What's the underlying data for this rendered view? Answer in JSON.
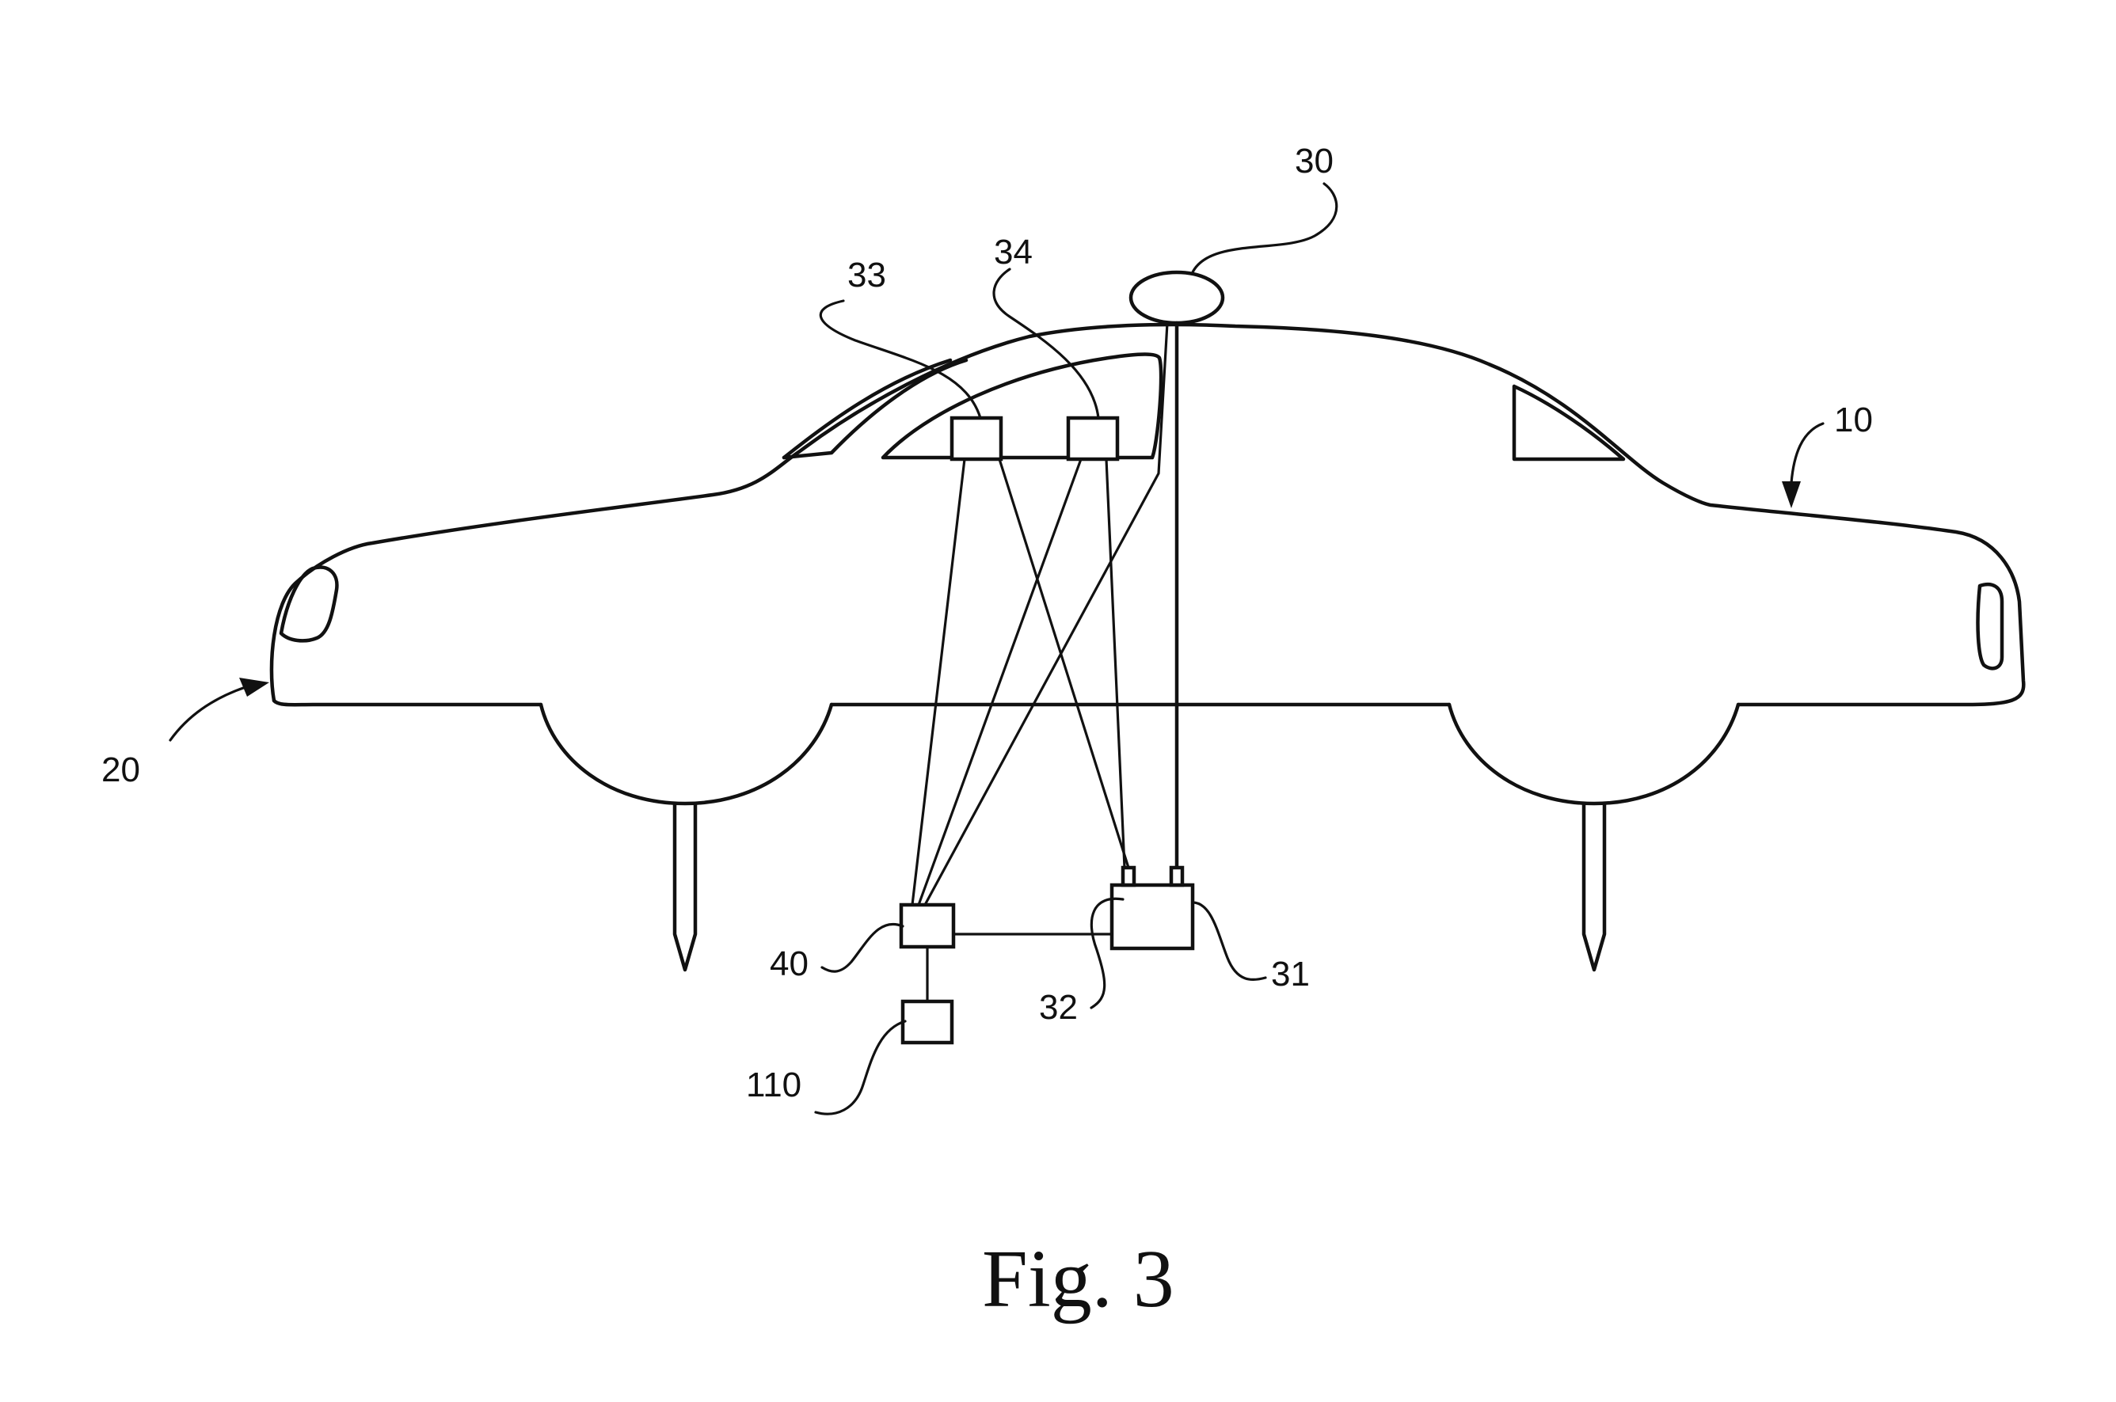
{
  "figure": {
    "caption": "Fig. 3"
  },
  "labels": {
    "vehicle": "10",
    "front_side": "20",
    "top_unit": "30",
    "controller": "31",
    "controller_port": "32",
    "camera_left": "33",
    "camera_right": "34",
    "processor": "40",
    "output_module": "110"
  },
  "colors": {
    "line": "#111111",
    "background": "#ffffff"
  }
}
